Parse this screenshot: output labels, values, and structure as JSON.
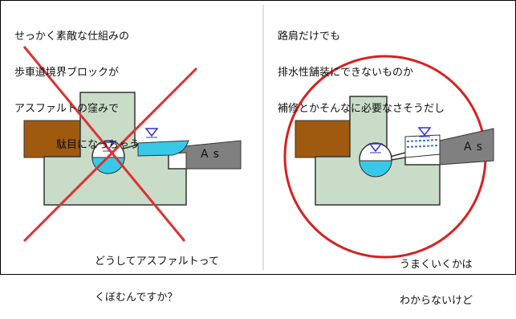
{
  "left_panel": {
    "caption_lines": [
      "せっかく素敵な仕組みの",
      "歩車道境界ブロックが",
      "アスファルトの窪みで",
      "　　　　駄目になっちゃう"
    ],
    "as_label": "As",
    "question_lines": [
      "どうしてアスファルトって",
      "くぼむんですか？"
    ]
  },
  "right_panel": {
    "caption_lines": [
      "路肩だけでも",
      "排水性舗装にできないものか",
      "補修とかそんなに必要なさそうだし"
    ],
    "as_label": "As",
    "note_lines": [
      "うまくいくかは",
      "わからないけど"
    ]
  },
  "colors": {
    "block": "#c8dcc8",
    "water": "#38c8e8",
    "brown": "#a05a10",
    "asphalt": "#808080",
    "cross": "#e03030",
    "circle": "#d82020",
    "wl_marker": "#3030d0"
  },
  "icons": {
    "cross_mark": "x-mark-icon",
    "circle_mark": "circle-mark-icon",
    "water_level": "triangle-down-icon"
  }
}
